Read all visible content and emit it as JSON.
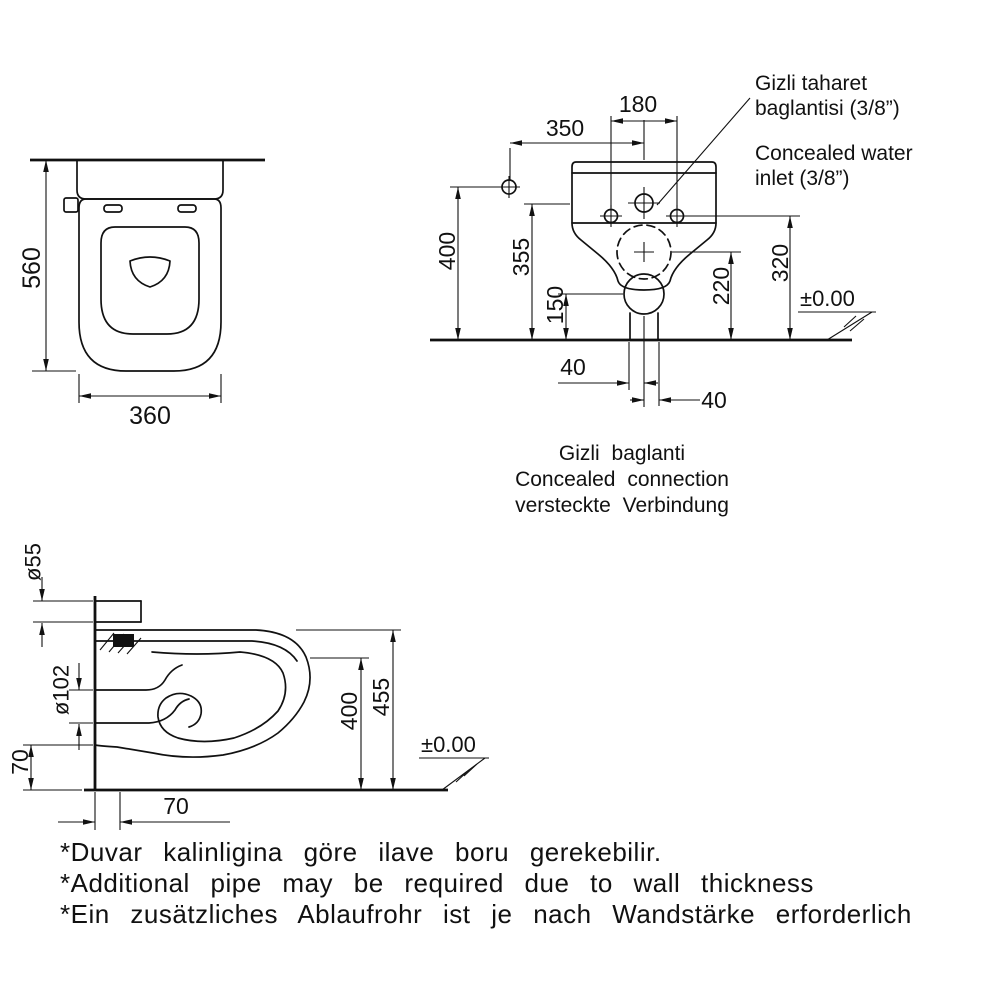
{
  "meta": {
    "background": "#ffffff",
    "line_color": "#111111"
  },
  "front_view": {
    "height_label": "560",
    "width_label": "360"
  },
  "installation_view": {
    "inlet_offset_label": "350",
    "hole_spacing_label": "180",
    "height_400_label": "400",
    "height_355_label": "355",
    "height_150_label": "150",
    "height_220_label": "220",
    "height_320_label": "320",
    "offset_left_label": "40",
    "offset_right_label": "40",
    "datum_label": "±0.00",
    "callout": {
      "tr_line1": "Gizli taharet",
      "tr_line2": "baglantisi (3/8”)",
      "en_line1": "Concealed water",
      "en_line2": "inlet (3/8”)"
    },
    "caption": {
      "tr": "Gizli baglanti",
      "en": "Concealed connection",
      "de": "versteckte Verbindung"
    }
  },
  "side_view": {
    "inlet_dia_label": "ø55",
    "outlet_dia_label": "ø102",
    "floor_offset_label": "70",
    "wall_offset_label": "70",
    "height_400_label": "400",
    "height_455_label": "455",
    "datum_label": "±0.00"
  },
  "footnotes": {
    "tr": "*Duvar kalinligina göre ilave boru gerekebilir.",
    "en": "*Additional pipe may be required due to wall thickness",
    "de": "*Ein zusätzliches Ablaufrohr ist je nach Wandstärke erforderlich"
  }
}
